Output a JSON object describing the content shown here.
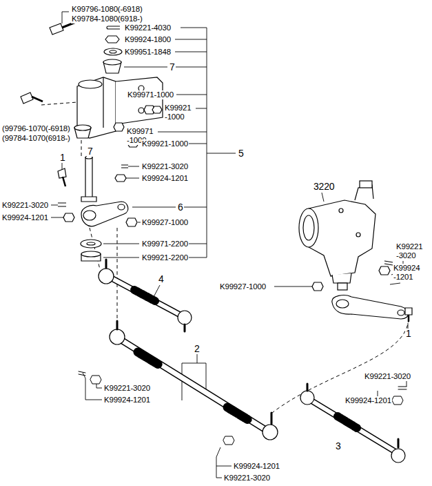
{
  "diagram": {
    "labels": [
      "K99796-1080(-6918)",
      "K99784-1080(6918-)",
      "K99221-4030",
      "K99924-1800",
      "K99951-1848",
      "7",
      "K99971-1000",
      "K99921 -1000",
      "(99796-1070(-6918)",
      "(99784-1070(6918-)",
      "K99971 -1000",
      "7",
      "K99921-1000",
      "5",
      "1",
      "K99221-3020",
      "K99924-1201",
      "K99221-3020",
      "K99924-1201",
      "6",
      "K99927-1000",
      "K99971-2200",
      "K99921-2200",
      "4",
      "3220",
      "K99221 -3020",
      "K99924 -1201",
      "K99927-1000",
      "1",
      "2",
      "K99221-3020",
      "K99924-1201",
      "K99221-3020",
      "K99924-1201",
      "3",
      "K99924-1201",
      "K99221-3020"
    ]
  }
}
